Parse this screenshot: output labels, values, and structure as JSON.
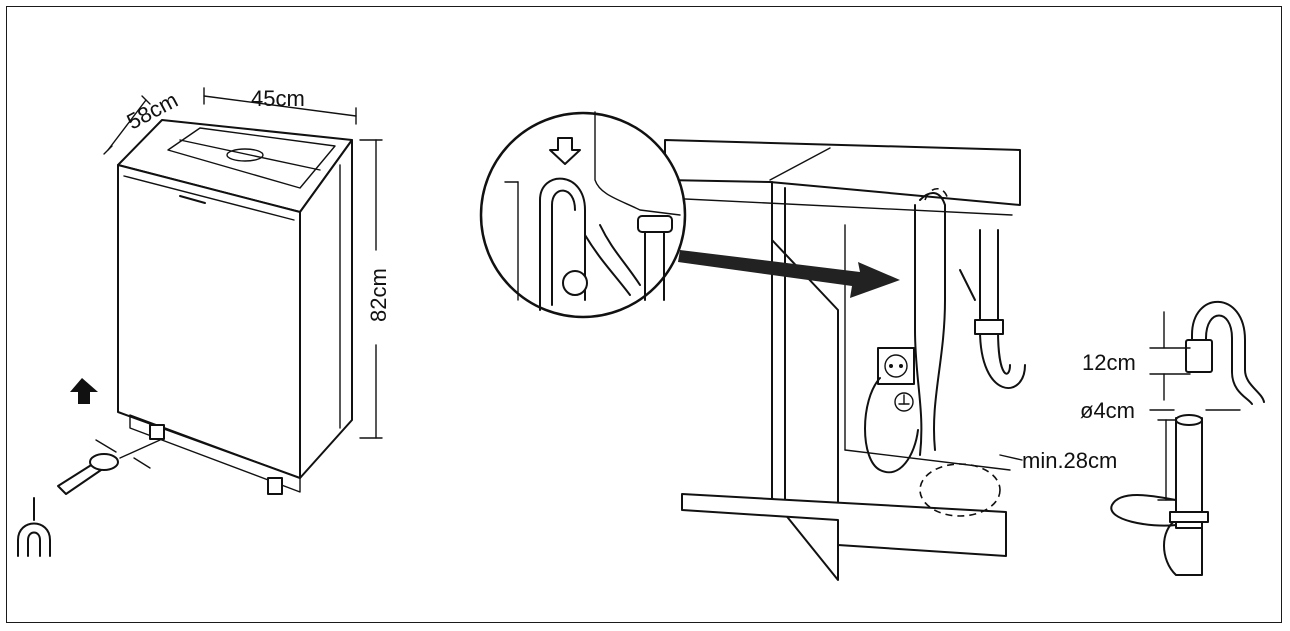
{
  "dimensions": {
    "depth": "58cm",
    "width": "45cm",
    "height": "82cm"
  },
  "drain": {
    "hose_height": "12cm",
    "diameter": "ø4cm",
    "min_height": "min.28cm"
  },
  "icons": [
    "dishwasher-icon",
    "hose-hook-icon",
    "down-arrow-icon",
    "up-arrow-icon",
    "siphon-icon",
    "power-socket-icon"
  ],
  "colors": {
    "line": "#111111",
    "background": "#ffffff"
  }
}
